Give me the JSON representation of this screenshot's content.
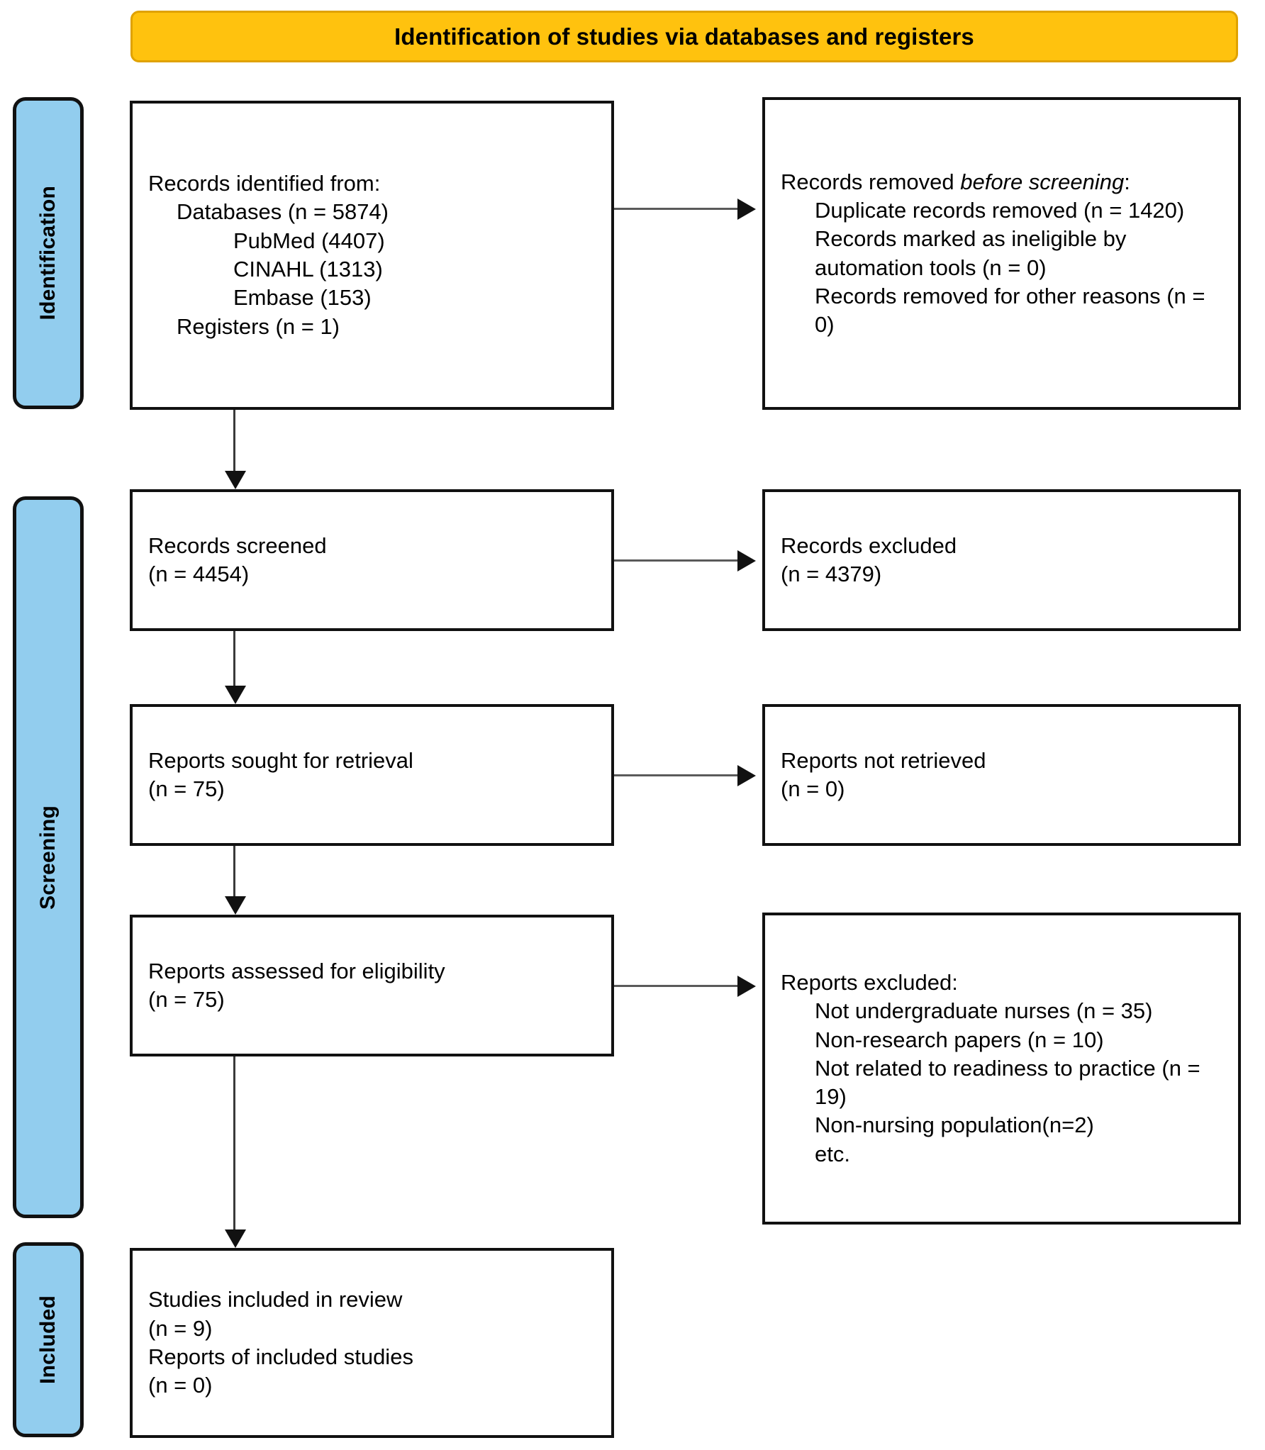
{
  "banner": {
    "title": "Identification of studies via databases and registers",
    "fill_color": "#FFC20E",
    "border_color": "#E0A200"
  },
  "stage_labels": {
    "identification": "Identification",
    "screening": "Screening",
    "included": "Included",
    "fill_color": "#92CDEE",
    "border_color": "#111111"
  },
  "boxes": {
    "identified": {
      "l0": "Records identified from:",
      "l1": "Databases (n = 5874)",
      "l2": "PubMed (4407)",
      "l3": "CINAHL (1313)",
      "l4": "Embase (153)",
      "l5": "Registers (n = 1)"
    },
    "removed_before_screening": {
      "l0a": "Records removed ",
      "l0b": "before screening",
      "l0c": ":",
      "l1": "Duplicate records removed (n = 1420)",
      "l2": "Records marked as ineligible by automation tools (n = 0)",
      "l3": "Records removed for other reasons (n = 0)"
    },
    "records_screened": {
      "l0": "Records screened",
      "l1": "(n = 4454)"
    },
    "records_excluded": {
      "l0": "Records excluded",
      "l1": "(n = 4379)"
    },
    "reports_sought": {
      "l0": "Reports sought for retrieval",
      "l1": "(n = 75)"
    },
    "reports_not_retrieved": {
      "l0": "Reports not retrieved",
      "l1": "(n = 0)"
    },
    "reports_assessed": {
      "l0": "Reports assessed for eligibility",
      "l1": "(n = 75)"
    },
    "reports_excluded": {
      "l0": "Reports excluded:",
      "l1": "Not undergraduate nurses (n = 35)",
      "l2": "Non-research papers (n = 10)",
      "l3": "Not related to readiness to practice (n = 19)",
      "l4": "Non-nursing population(n=2)",
      "l5": "etc."
    },
    "studies_included": {
      "l0": "Studies included in review",
      "l1": "(n = 9)",
      "l2": "Reports of included studies",
      "l3": "(n = 0)"
    }
  },
  "chart_data": {
    "type": "diagram",
    "title": "Identification of studies via databases and registers",
    "nodes": [
      {
        "id": "identified",
        "stage": "Identification",
        "column": "left",
        "counts": {
          "databases": 5874,
          "PubMed": 4407,
          "CINAHL": 1313,
          "Embase": 153,
          "registers": 1
        }
      },
      {
        "id": "removed_before_screening",
        "stage": "Identification",
        "column": "right",
        "counts": {
          "duplicates_removed": 1420,
          "ineligible_by_automation": 0,
          "removed_other_reasons": 0
        }
      },
      {
        "id": "records_screened",
        "stage": "Screening",
        "column": "left",
        "counts": {
          "n": 4454
        }
      },
      {
        "id": "records_excluded",
        "stage": "Screening",
        "column": "right",
        "counts": {
          "n": 4379
        }
      },
      {
        "id": "reports_sought",
        "stage": "Screening",
        "column": "left",
        "counts": {
          "n": 75
        }
      },
      {
        "id": "reports_not_retrieved",
        "stage": "Screening",
        "column": "right",
        "counts": {
          "n": 0
        }
      },
      {
        "id": "reports_assessed",
        "stage": "Screening",
        "column": "left",
        "counts": {
          "n": 75
        }
      },
      {
        "id": "reports_excluded",
        "stage": "Screening",
        "column": "right",
        "counts": {
          "not_undergraduate_nurses": 35,
          "non_research_papers": 10,
          "not_related_to_readiness_to_practice": 19,
          "non_nursing_population": 2
        }
      },
      {
        "id": "studies_included",
        "stage": "Included",
        "column": "left",
        "counts": {
          "studies_included_in_review": 9,
          "reports_of_included_studies": 0
        }
      }
    ],
    "edges": [
      {
        "from": "identified",
        "to": "removed_before_screening",
        "direction": "right"
      },
      {
        "from": "identified",
        "to": "records_screened",
        "direction": "down"
      },
      {
        "from": "records_screened",
        "to": "records_excluded",
        "direction": "right"
      },
      {
        "from": "records_screened",
        "to": "reports_sought",
        "direction": "down"
      },
      {
        "from": "reports_sought",
        "to": "reports_not_retrieved",
        "direction": "right"
      },
      {
        "from": "reports_sought",
        "to": "reports_assessed",
        "direction": "down"
      },
      {
        "from": "reports_assessed",
        "to": "reports_excluded",
        "direction": "right"
      },
      {
        "from": "reports_assessed",
        "to": "studies_included",
        "direction": "down"
      }
    ]
  }
}
